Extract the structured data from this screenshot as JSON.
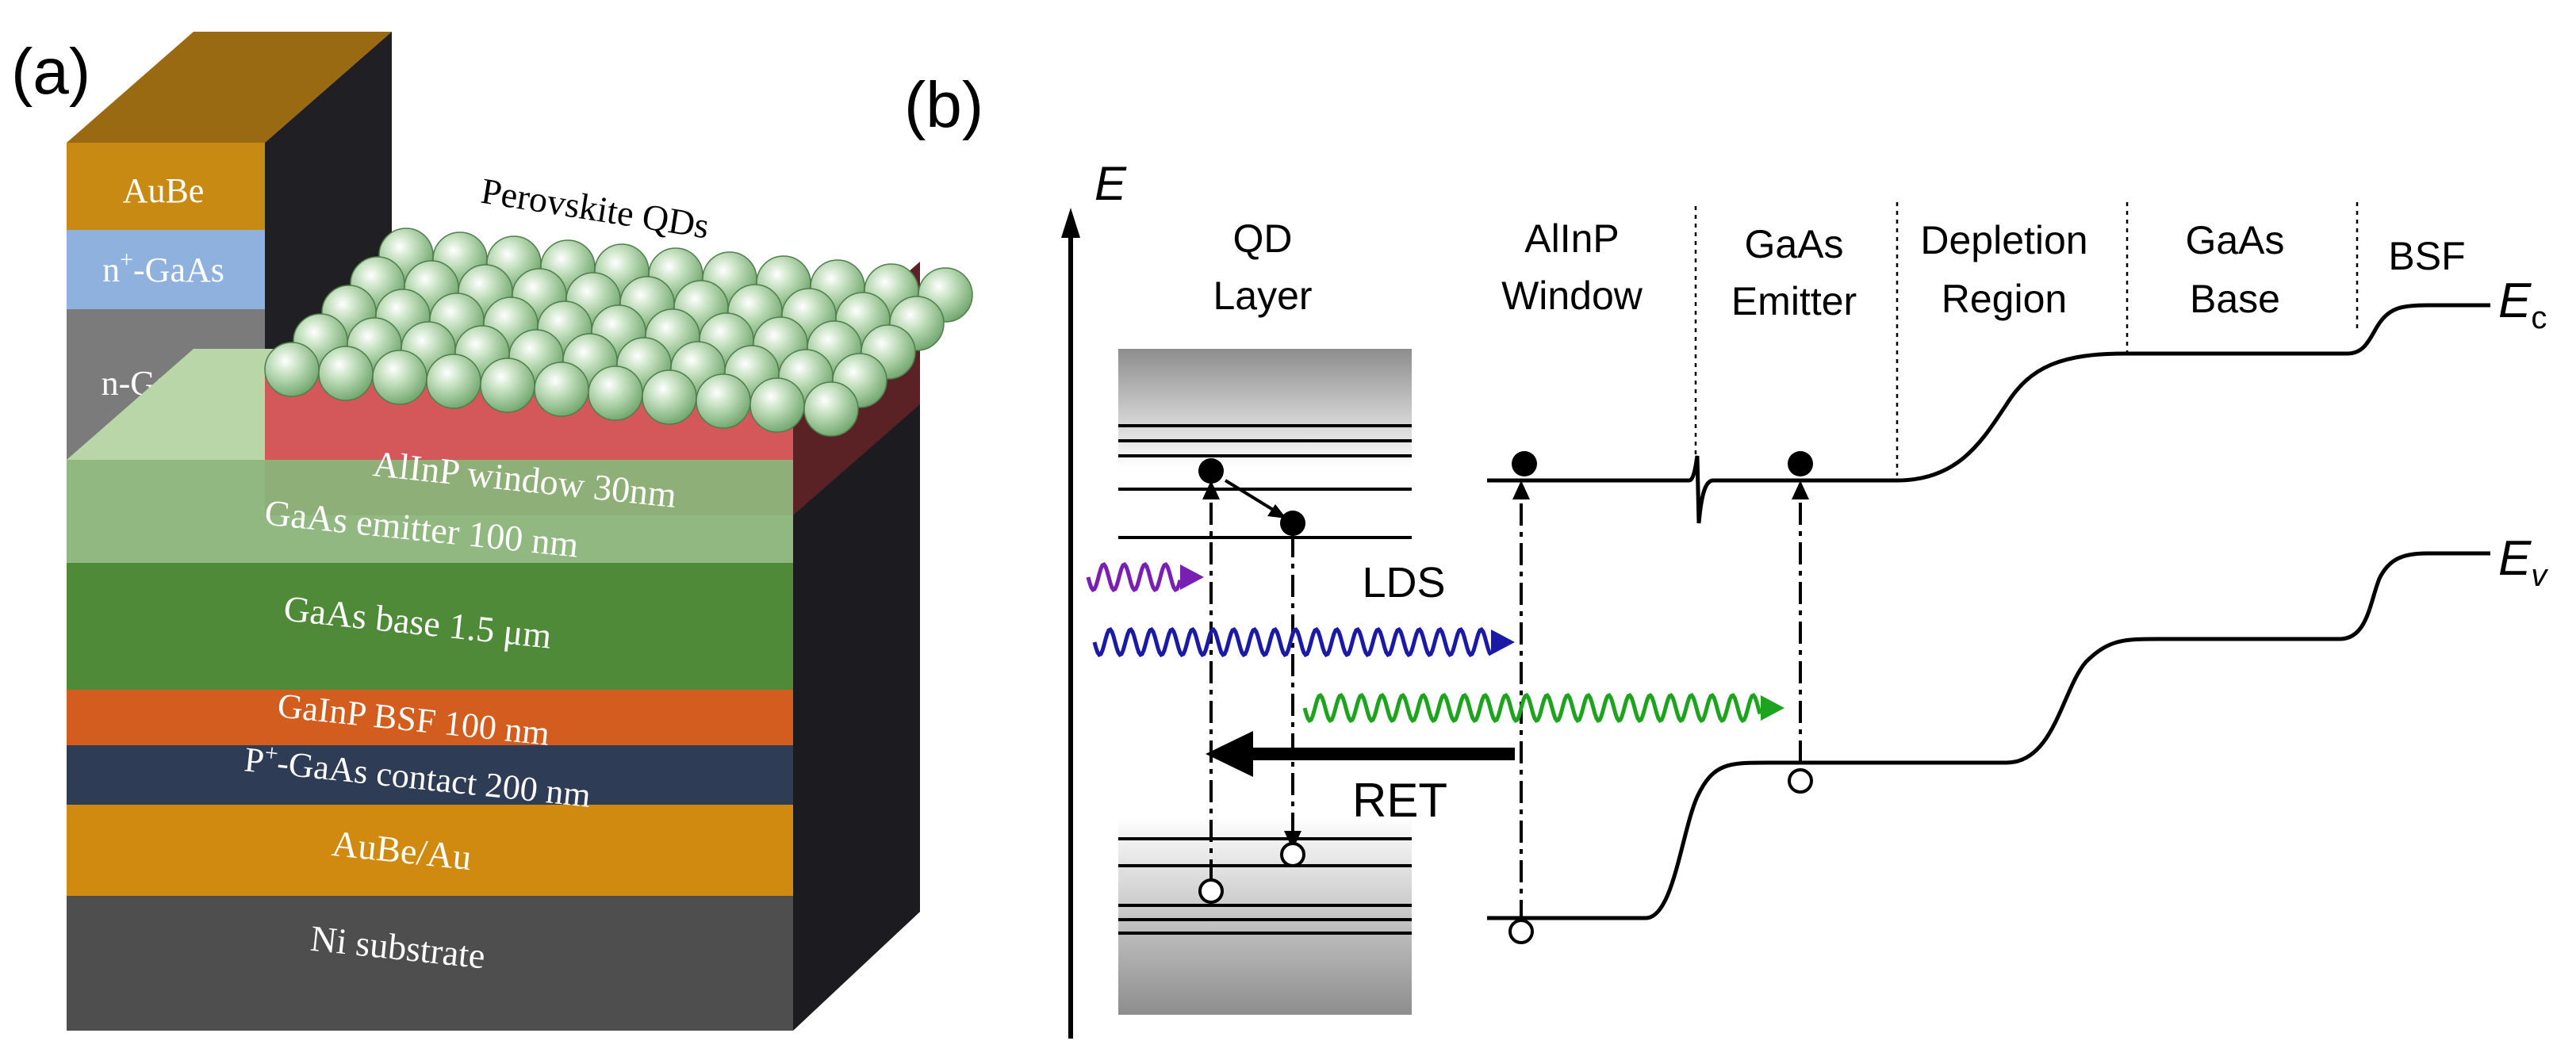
{
  "panel_a": {
    "label": "(a)",
    "contact_stack": {
      "aube": "AuBe",
      "n_plus_gaas_prefix": "n",
      "n_plus_gaas_sup": "+",
      "n_plus_gaas_suffix": "-GaAs",
      "n_gaas": "n-GaAs"
    },
    "qd_label": "Perovskite QDs",
    "layers": {
      "window": "AlInP window 30nm",
      "emitter": "GaAs emitter 100 nm",
      "base": "GaAs base 1.5 μm",
      "bsf": "GaInP BSF 100 nm",
      "contact_prefix": "P",
      "contact_sup": "+",
      "contact_suffix": "-GaAs contact 200 nm",
      "metal": "AuBe/Au",
      "substrate": "Ni substrate"
    }
  },
  "panel_b": {
    "label": "(b)",
    "axis_label": "E",
    "regions": {
      "qd_line1": "QD",
      "qd_line2": "Layer",
      "window_line1": "AlInP",
      "window_line2": "Window",
      "emitter_line1": "GaAs",
      "emitter_line2": "Emitter",
      "depletion_line1": "Depletion",
      "depletion_line2": "Region",
      "base_line1": "GaAs",
      "base_line2": "Base",
      "bsf": "BSF"
    },
    "ec_main": "E",
    "ec_sub": "c",
    "ev_main": "E",
    "ev_sub": "v",
    "lds": "LDS",
    "ret": "RET",
    "colors": {
      "violet": "#7a1fb4",
      "blue": "#1a1aa6",
      "green": "#1ea31e"
    }
  }
}
